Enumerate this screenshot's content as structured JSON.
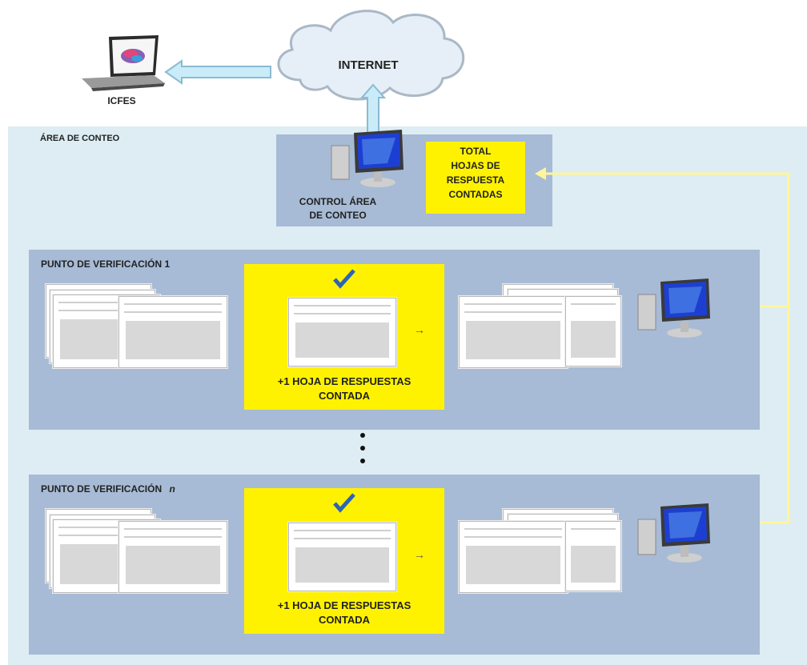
{
  "nodes": {
    "icfes": "ICFES",
    "internet": "INTERNET",
    "area_title": "ÁREA DE CONTEO",
    "control_line1": "CONTROL ÁREA",
    "control_line2": "DE CONTEO",
    "total_line1": "TOTAL",
    "total_line2": "HOJAS DE",
    "total_line3": "RESPUESTA",
    "total_line4": "CONTADAS",
    "punto1": "PUNTO DE VERIFICACIÓN  1",
    "punto_n_prefix": "PUNTO DE VERIFICACIÓN",
    "punto_n_suffix": "n",
    "counted_line1": "+1  HOJA DE RESPUESTAS",
    "counted_line2": "CONTADA",
    "arrow": "→"
  },
  "colors": {
    "area_bg": "#ddedf3",
    "panel_bg": "#a7bbd6",
    "highlight": "#fff200",
    "connector": "#fff59a",
    "cloud_arrow": "#c9ecf8"
  },
  "icons": [
    "laptop-icon",
    "cloud-icon",
    "monitor-icon",
    "checkmark-icon",
    "answer-sheet-icon"
  ]
}
